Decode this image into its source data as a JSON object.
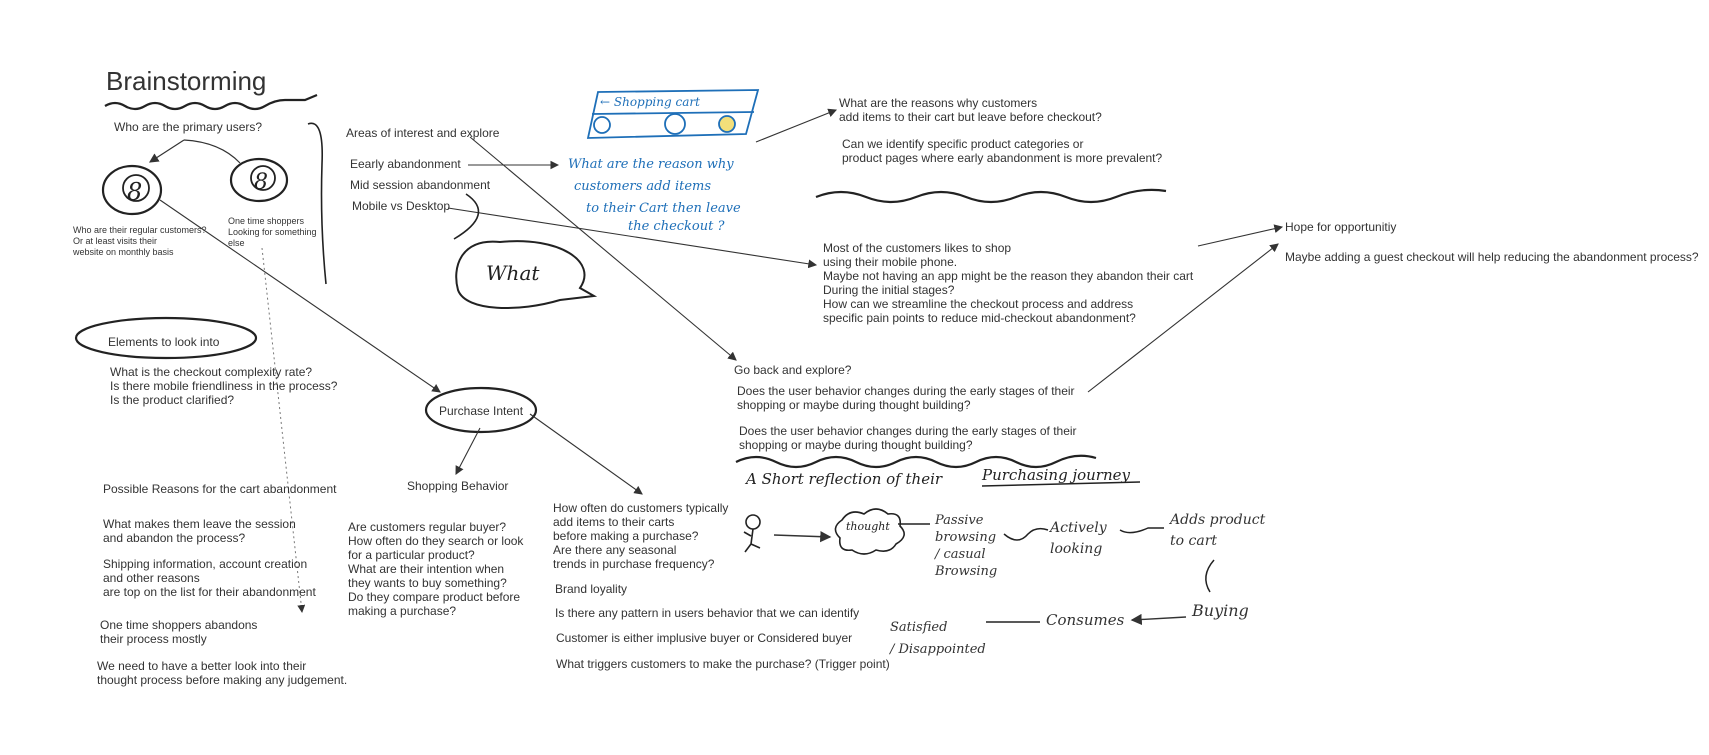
{
  "board": {
    "title": "Brainstorming",
    "primary_users_q": "Who are the primary users?",
    "regular_customers": "Who are their regular customers?\nOr at least visits their\n website on monthly basis",
    "one_time_shoppers": "One time shoppers\nLooking for something\nelse",
    "areas_title": "Areas of interest and explore",
    "areas": [
      "Eearly abandonment",
      "Mid session abandonment",
      "Mobile vs Desktop"
    ],
    "cart_sketch": {
      "header": "← Shopping cart",
      "question": "What are the reason why\ncustomers add items\nto their Cart then leave\nthe checkout ?"
    },
    "speech_bubble": "What",
    "reasons_q": "What are the reasons why customers\nadd items to their cart but leave before checkout?",
    "categories_q": "Can we identify specific product categories or\nproduct pages where early abandonment is more prevalent?",
    "mobile_note": "Most of the customers likes to shop\nusing their mobile phone.\nMaybe not having an app might be the reason they abandon their cart\nDuring the initial stages?\nHow can we streamline the checkout process and address\nspecific pain points to reduce mid-checkout abandonment?",
    "hope_title": "Hope for opportunitiy",
    "hope_text": "Maybe adding a guest checkout will help reducing the abandonment process?",
    "elements_title": "Elements to look into",
    "elements": "What is the checkout complexity rate?\nIs there mobile friendliness in the process?\nIs the product clarified?",
    "purchase_intent": "Purchase Intent",
    "shopping_behavior": "Shopping Behavior",
    "shopping_behavior_qs": "Are customers regular buyer?\nHow often do they search or look\nfor a particular product?\nWhat are their intention when\nthey wants to buy something?\nDo they compare product before\nmaking a purchase?",
    "frequency_qs": "How often do customers typically\nadd items to their carts\nbefore making a purchase?\nAre there any seasonal\ntrends in purchase frequency?",
    "brand_loyalty": "Brand loyality",
    "pattern_q": "Is there any pattern in users behavior that we can identify",
    "buyer_type": "Customer is either implusive buyer or Considered buyer",
    "trigger_q": "What triggers customers to make the purchase? (Trigger point)",
    "go_back": "Go back and explore?",
    "early_stage_q1": "Does the user behavior changes during the early stages of their\nshopping or maybe during thought building?",
    "early_stage_q2": "Does the user behavior changes during the early stages of their\nshopping or maybe during thought building?",
    "possible_reasons_title": "Possible Reasons for the cart abandonment",
    "leave_q": "What makes them leave the session\nand abandon the process?",
    "shipping_note": "Shipping information, account creation\nand other reasons\nare top on the list for their abandonment",
    "one_time_abandons": "One time shoppers abandons\ntheir process mostly",
    "better_look": "We need to have a better look into their\nthought process before making any judgement.",
    "journey": {
      "title": "A Short reflection of their",
      "title_underlined": "Purchasing journey",
      "thought": "thought",
      "passive": "Passive\nbrowsing\n/ casual\nBrowsing",
      "actively": "Actively\nlooking",
      "adds": "Adds product\nto cart",
      "buying": "Buying",
      "consumes": "Consumes",
      "outcome": "Satisfied\n/ Disappointed"
    }
  }
}
